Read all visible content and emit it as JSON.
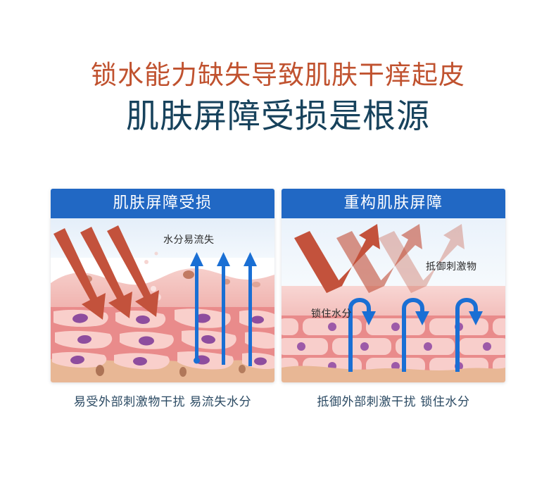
{
  "headings": {
    "subtitle": "锁水能力缺失导致肌肤干痒起皮",
    "main_title": "肌肤屏障受损是根源",
    "subtitle_color": "#c0522f",
    "main_title_color": "#17425c"
  },
  "panels": [
    {
      "id": "damaged-barrier",
      "header": "肌肤屏障受损",
      "header_bg": "#2168c4",
      "header_text_color": "#ffffff",
      "figure_labels": [
        {
          "name": "water-loss",
          "text": "水分易流失"
        }
      ],
      "caption": "易受外部刺激物干扰 易流失水分",
      "illustration": {
        "sky_color": "#eaf2fb",
        "epidermis_color": "#f2b9b6",
        "cell_fill": "#f7c8c5",
        "cell_gap_color": "#e98b8b",
        "dermis_color": "#e8b795",
        "nucleus_color": "#8e4d9e",
        "irritant_arrow_color": "#c3523c",
        "water_arrow_color": "#1a6fd4",
        "irritant_arrow_count": 3,
        "water_arrow_count": 3,
        "spot_color": "#b5674a"
      }
    },
    {
      "id": "rebuilt-barrier",
      "header": "重构肌肤屏障",
      "header_bg": "#2168c4",
      "header_text_color": "#ffffff",
      "figure_labels": [
        {
          "name": "resist-irritants",
          "text": "抵御刺激物"
        },
        {
          "name": "lock-moisture",
          "text": "锁住水分"
        }
      ],
      "caption": "抵御外部刺激干扰 锁住水分",
      "illustration": {
        "sky_color": "#eef4fb",
        "epidermis_color": "#f6cdcb",
        "cell_fill": "#f8cecb",
        "cell_gap_color": "#e98b8b",
        "dermis_color": "#e8b795",
        "nucleus_color": "#9d5aa8",
        "bounce_arrow_color": "#c3523c",
        "bounce_arrow_count": 3,
        "bounce_arrow_opacities": [
          1,
          0.62,
          0.34
        ],
        "hook_arrow_color": "#1a6fd4",
        "hook_arrow_count": 3
      }
    }
  ]
}
